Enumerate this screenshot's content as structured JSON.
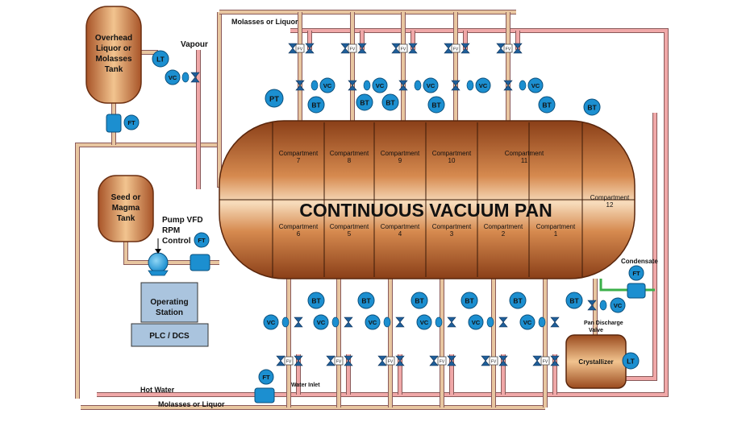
{
  "colors": {
    "pipe_pink": "#f0a8a8",
    "pipe_tan": "#e8c6a0",
    "vessel_dark": "#9a4a1e",
    "vessel_light": "#f6d8b2",
    "instrument": "#1c8fd0",
    "instrument_stroke": "#0a4f7c",
    "panel_blue": "#aac4de",
    "valve": "#1f5f9a",
    "green_line": "#3bb04a"
  },
  "labels": {
    "molasses_top": "Molasses or Liquor",
    "vapour": "Vapour",
    "overhead_tank": [
      "Overhead",
      "Liquor or",
      "Molasses",
      "Tank"
    ],
    "seed_tank": [
      "Seed or",
      "Magma",
      "Tank"
    ],
    "pump_vfd": [
      "Pump VFD",
      "RPM",
      "Control"
    ],
    "operating_station": [
      "Operating",
      "Station"
    ],
    "plc": "PLC / DCS",
    "pan_title": "CONTINUOUS VACUUM PAN",
    "condensate": "Condensate",
    "pan_discharge": [
      "Pan Discharge",
      "Valve"
    ],
    "crystallizer": "Crystallizer",
    "hot_water": "Hot Water",
    "water_inlet": "Water Inlet",
    "molasses_bottom": "Molasses or Liquor"
  },
  "compartment_word": "Compartment",
  "compartments_top": [
    "7",
    "8",
    "9",
    "10",
    "11"
  ],
  "compartments_bottom": [
    "6",
    "5",
    "4",
    "3",
    "2",
    "1"
  ],
  "compartment_right": "12",
  "instruments": {
    "lt": "LT",
    "ft": "FT",
    "vc": "VC",
    "pt": "PT",
    "bt": "BT",
    "fv": "FV"
  }
}
